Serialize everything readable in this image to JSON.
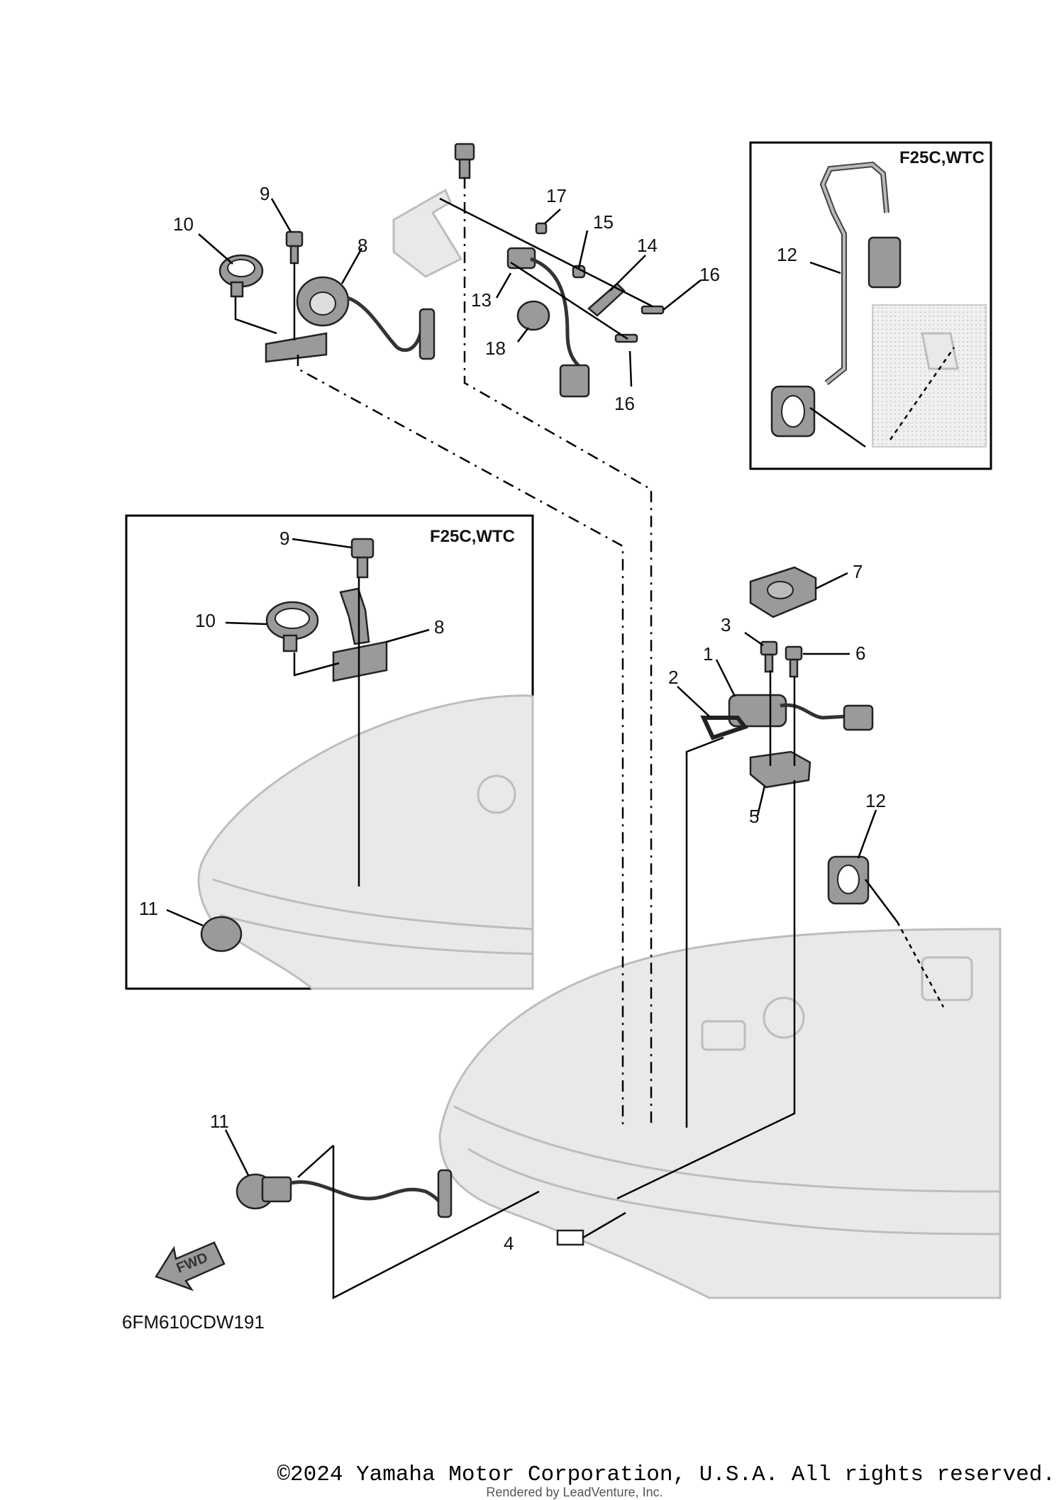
{
  "insets": [
    {
      "title": "F25C,WTC"
    },
    {
      "title": "F25C,WTC"
    }
  ],
  "callouts": {
    "c1": "1",
    "c2": "2",
    "c3": "3",
    "c4": "4",
    "c5": "5",
    "c6": "6",
    "c7": "7",
    "c8a": "8",
    "c8b": "8",
    "c9a": "9",
    "c9b": "9",
    "c10a": "10",
    "c10b": "10",
    "c11a": "11",
    "c11b": "11",
    "c12a": "12",
    "c12b": "12",
    "c13": "13",
    "c14": "14",
    "c15": "15",
    "c16a": "16",
    "c16b": "16",
    "c17": "17",
    "c18": "18"
  },
  "fwd_label": "FWD",
  "diagram_code": "6FM610CDW191",
  "copyright": "©2024 Yamaha Motor Corporation, U.S.A. All rights reserved.",
  "rendered_by": "Rendered by LeadVenture, Inc."
}
